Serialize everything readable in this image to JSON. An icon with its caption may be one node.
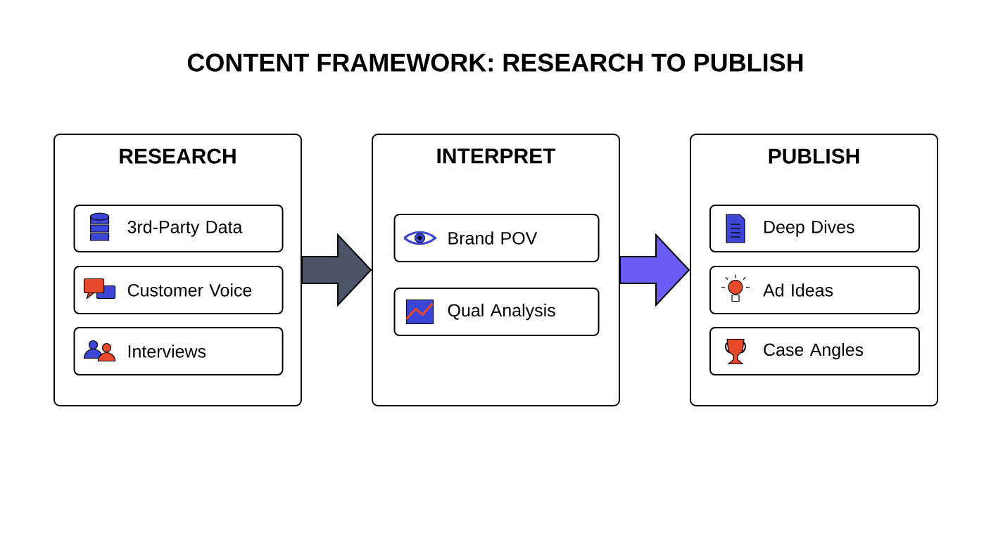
{
  "diagram": {
    "title": "CONTENT FRAMEWORK: RESEARCH TO PUBLISH",
    "nodes": [
      {
        "text": [
          "RESEARCH"
        ]
      },
      {
        "text": [
          "3rd-Party Data"
        ],
        "in": 0
      },
      {
        "text": [
          "Customer Voice"
        ],
        "in": 0
      },
      {
        "text": [
          "Interviews"
        ],
        "in": 0
      },
      {
        "text": [
          "INTERPRET"
        ]
      },
      {
        "text": [
          "Brand POV"
        ],
        "in": 4
      },
      {
        "text": [
          "Qual Analysis"
        ],
        "in": 4
      },
      {
        "text": [
          "PUBLISH"
        ]
      },
      {
        "text": [
          "Deep Dives"
        ],
        "in": 7
      },
      {
        "text": [
          "Ad Ideas"
        ],
        "in": 7
      },
      {
        "text": [
          "Case Angles"
        ],
        "in": 7
      }
    ],
    "edges": [
      {
        "from": 0,
        "to": 4,
        "arrow": "to",
        "color": "#4a5568"
      },
      {
        "from": 4,
        "to": 7,
        "arrow": "to",
        "color": "#6a5cf5"
      }
    ]
  }
}
